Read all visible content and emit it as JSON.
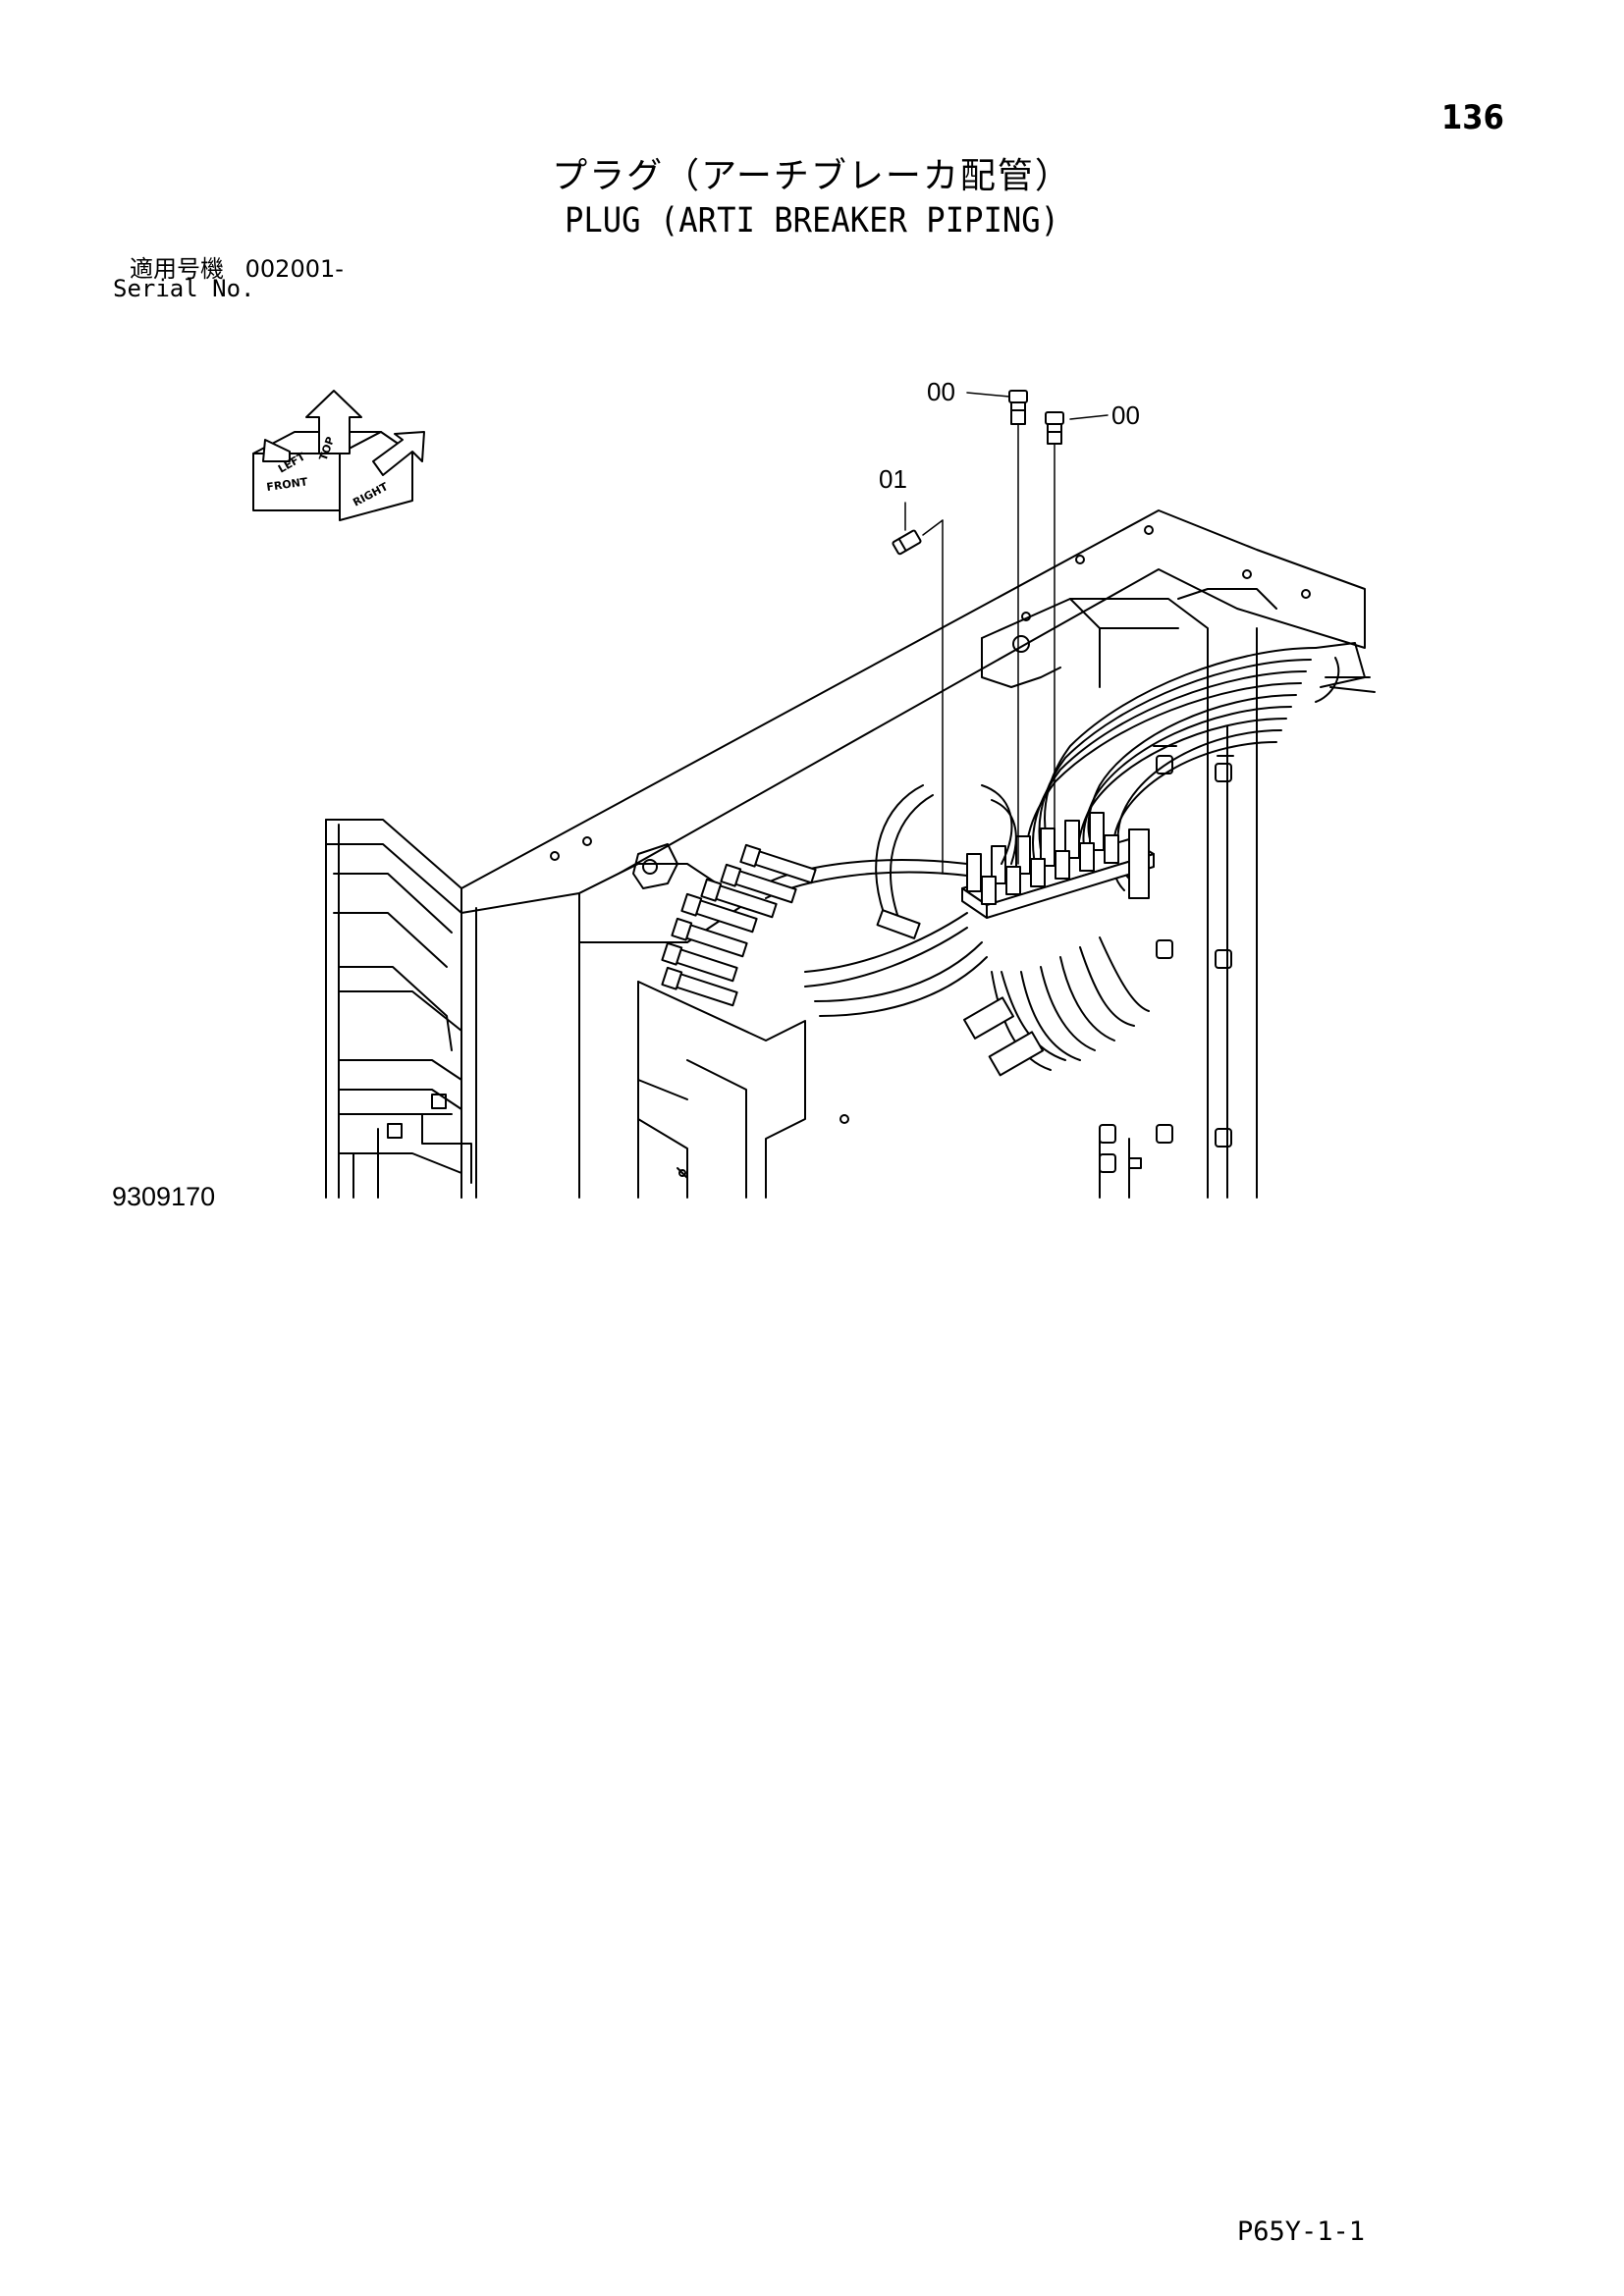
{
  "page": {
    "number": "136",
    "title_jp": "プラグ（アーチブレーカ配管）",
    "title_en": "PLUG (ARTI BREAKER PIPING)",
    "serial_label_jp": "適用号機",
    "serial_value": "002001-",
    "serial_label_en": "Serial No.",
    "figure_id": "9309170",
    "footer_code": "P65Y-1-1"
  },
  "direction_indicator": {
    "front": "FRONT",
    "left": "LEFT",
    "top": "TOP",
    "right": "RIGHT"
  },
  "callouts": [
    {
      "label": "00"
    },
    {
      "label": "00"
    },
    {
      "label": "01"
    }
  ]
}
